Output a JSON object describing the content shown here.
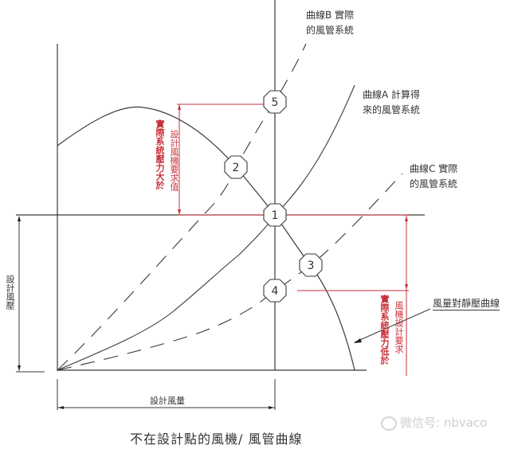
{
  "title": "不在設計點的風機/ 風管曲線",
  "axes": {
    "y_label": "設計風壓",
    "x_label": "設計風量"
  },
  "curve_labels": {
    "curve_b": [
      "曲線B 實際",
      "的風管系統"
    ],
    "curve_a": [
      "曲線A 計算得",
      "來的風管系統"
    ],
    "curve_c": [
      "曲線C 實際",
      "的風管系統"
    ],
    "fan_curve": "風量對靜壓曲線"
  },
  "annotations": {
    "upper_red": [
      "實際系統壓力大於",
      "設計風機要求值"
    ],
    "lower_red": [
      "實際系統壓力低於",
      "風機設計要求"
    ]
  },
  "nodes": [
    {
      "id": "1",
      "label": "1"
    },
    {
      "id": "2",
      "label": "2"
    },
    {
      "id": "3",
      "label": "3"
    },
    {
      "id": "4",
      "label": "4"
    },
    {
      "id": "5",
      "label": "5"
    }
  ],
  "watermark": "微信号: nbvaco",
  "colors": {
    "line": "#3a3a3a",
    "accent_red": "#c8323a",
    "watermark": "#cfcfcf"
  }
}
